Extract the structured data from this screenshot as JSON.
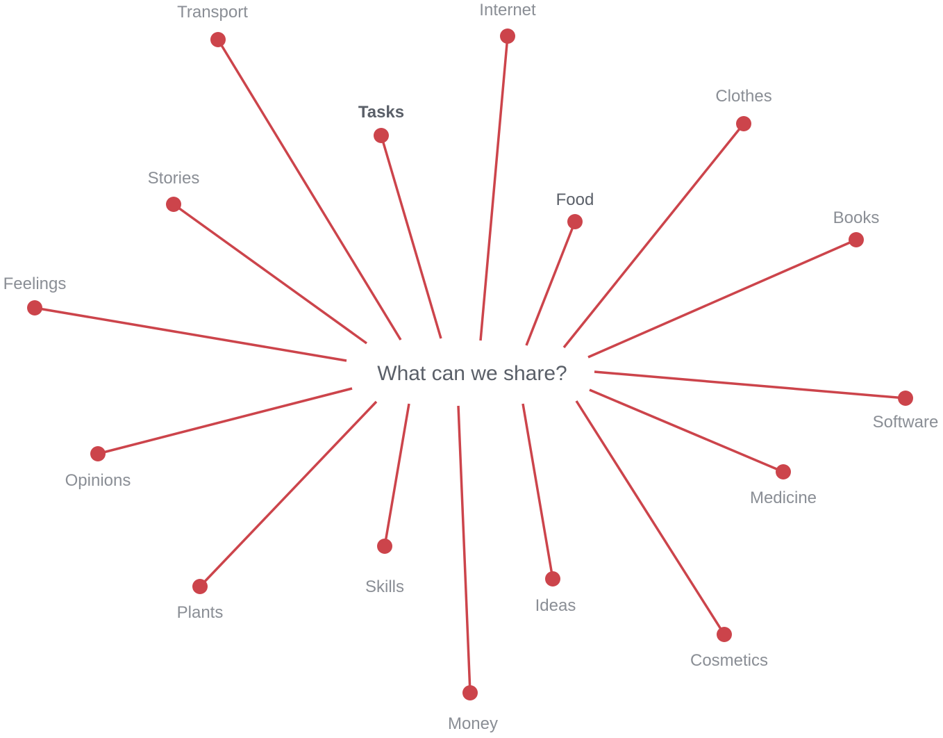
{
  "center": {
    "label": "What can we share?"
  },
  "colors": {
    "spoke": "#cc444b",
    "node": "#cc444b",
    "label": "#8a8e95",
    "label_emphasis": "#5a5f68",
    "center_label": "#5a5f68"
  },
  "nodes": [
    {
      "id": "transport",
      "label": "Transport",
      "emphasis": "none"
    },
    {
      "id": "internet",
      "label": "Internet",
      "emphasis": "none"
    },
    {
      "id": "tasks",
      "label": "Tasks",
      "emphasis": "bold"
    },
    {
      "id": "clothes",
      "label": "Clothes",
      "emphasis": "none"
    },
    {
      "id": "food",
      "label": "Food",
      "emphasis": "dark"
    },
    {
      "id": "stories",
      "label": "Stories",
      "emphasis": "none"
    },
    {
      "id": "books",
      "label": "Books",
      "emphasis": "none"
    },
    {
      "id": "feelings",
      "label": "Feelings",
      "emphasis": "none"
    },
    {
      "id": "software",
      "label": "Software",
      "emphasis": "none"
    },
    {
      "id": "opinions",
      "label": "Opinions",
      "emphasis": "none"
    },
    {
      "id": "medicine",
      "label": "Medicine",
      "emphasis": "none"
    },
    {
      "id": "skills",
      "label": "Skills",
      "emphasis": "none"
    },
    {
      "id": "plants",
      "label": "Plants",
      "emphasis": "none"
    },
    {
      "id": "ideas",
      "label": "Ideas",
      "emphasis": "none"
    },
    {
      "id": "cosmetics",
      "label": "Cosmetics",
      "emphasis": "none"
    },
    {
      "id": "money",
      "label": "Money",
      "emphasis": "none"
    }
  ]
}
